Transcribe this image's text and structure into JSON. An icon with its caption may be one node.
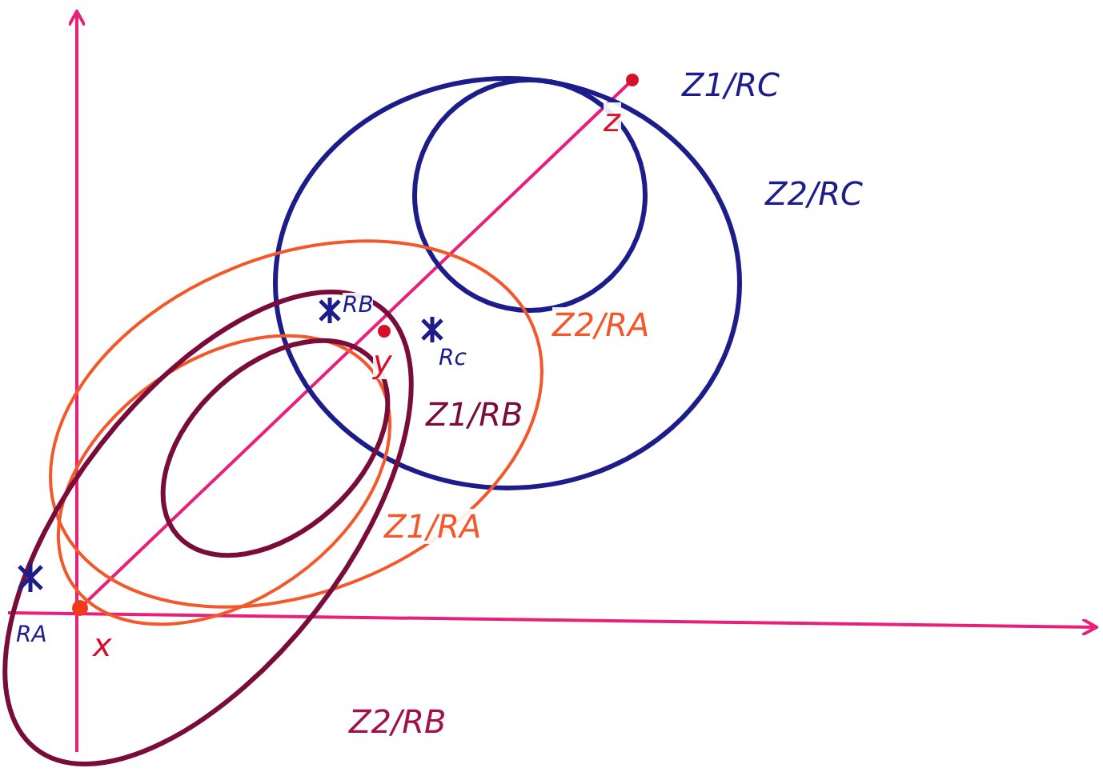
{
  "diagram": {
    "labels": [
      "Z1/RC",
      "z",
      "Z2/RC",
      "RB",
      "Z2/RA",
      "y",
      "Rc",
      "Z1/RB",
      "Z1/RA",
      "RA",
      "x",
      "Z2/RB"
    ]
  }
}
